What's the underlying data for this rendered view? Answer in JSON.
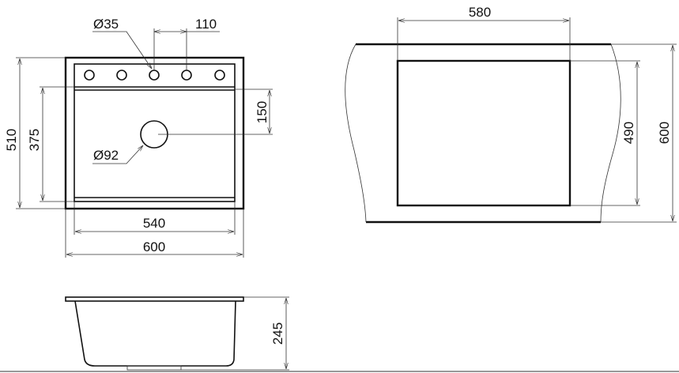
{
  "top_view": {
    "hole_diameter": "Ø35",
    "hole_spacing": "110",
    "drain_offset": "150",
    "drain_diameter": "Ø92",
    "overall_depth": "510",
    "bowl_depth": "375",
    "bowl_width": "540",
    "overall_width": "600"
  },
  "cutout_view": {
    "cutout_width": "580",
    "cutout_depth": "490",
    "cabinet_depth": "600"
  },
  "side_view": {
    "height": "245"
  },
  "colors": {
    "line": "#111111",
    "background": "#ffffff"
  }
}
